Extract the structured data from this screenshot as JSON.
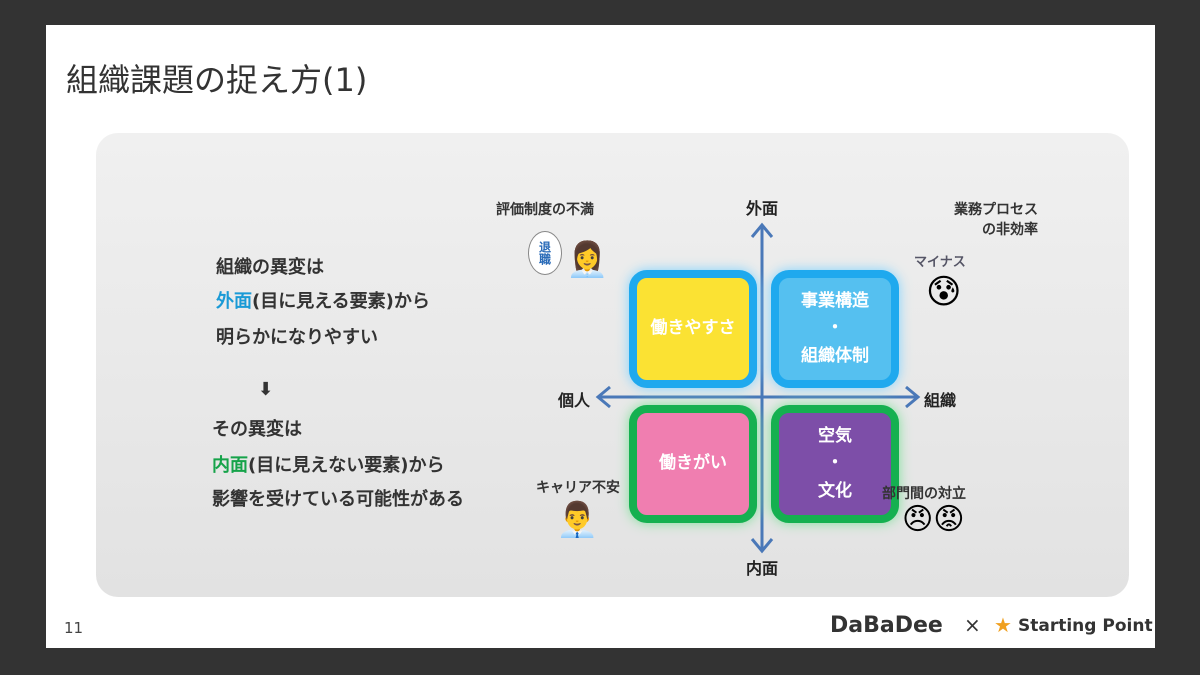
{
  "title": "組織課題の捉え方(1)",
  "left_text": {
    "line1": "組織の異変は",
    "line2_highlight": "外面",
    "line2_rest": "(目に見える要素)から",
    "line3": "明らかになりやすい",
    "arrow": "⬇",
    "line4": "その異変は",
    "line5_highlight": "内面",
    "line5_rest": "(目に見えない要素)から",
    "line6": "影響を受けている可能性がある"
  },
  "axes": {
    "top": "外面",
    "bottom": "内面",
    "left": "個人",
    "right": "組織"
  },
  "quadrants": {
    "top_left": "働きやすさ",
    "top_right_1": "事業構造",
    "top_right_2": "組織体制",
    "bottom_left": "働きがい",
    "bottom_right_1": "空気",
    "bottom_right_2": "文化",
    "dot": "・"
  },
  "callouts": {
    "top_left": "評価制度の不満",
    "top_right_1": "業務プロセス",
    "top_right_2": "の非効率",
    "bottom_left": "キャリア不安",
    "bottom_right": "部門間の対立",
    "bubble": "退職",
    "minus": "マイナス"
  },
  "footer": {
    "page": "11",
    "logo1": "DaBaDee",
    "times": "×",
    "logo2": "Starting Point"
  },
  "colors": {
    "yellow": "#fbe233",
    "lightblue": "#55c0f0",
    "pink": "#f07eb0",
    "purple": "#7d4ea8"
  }
}
